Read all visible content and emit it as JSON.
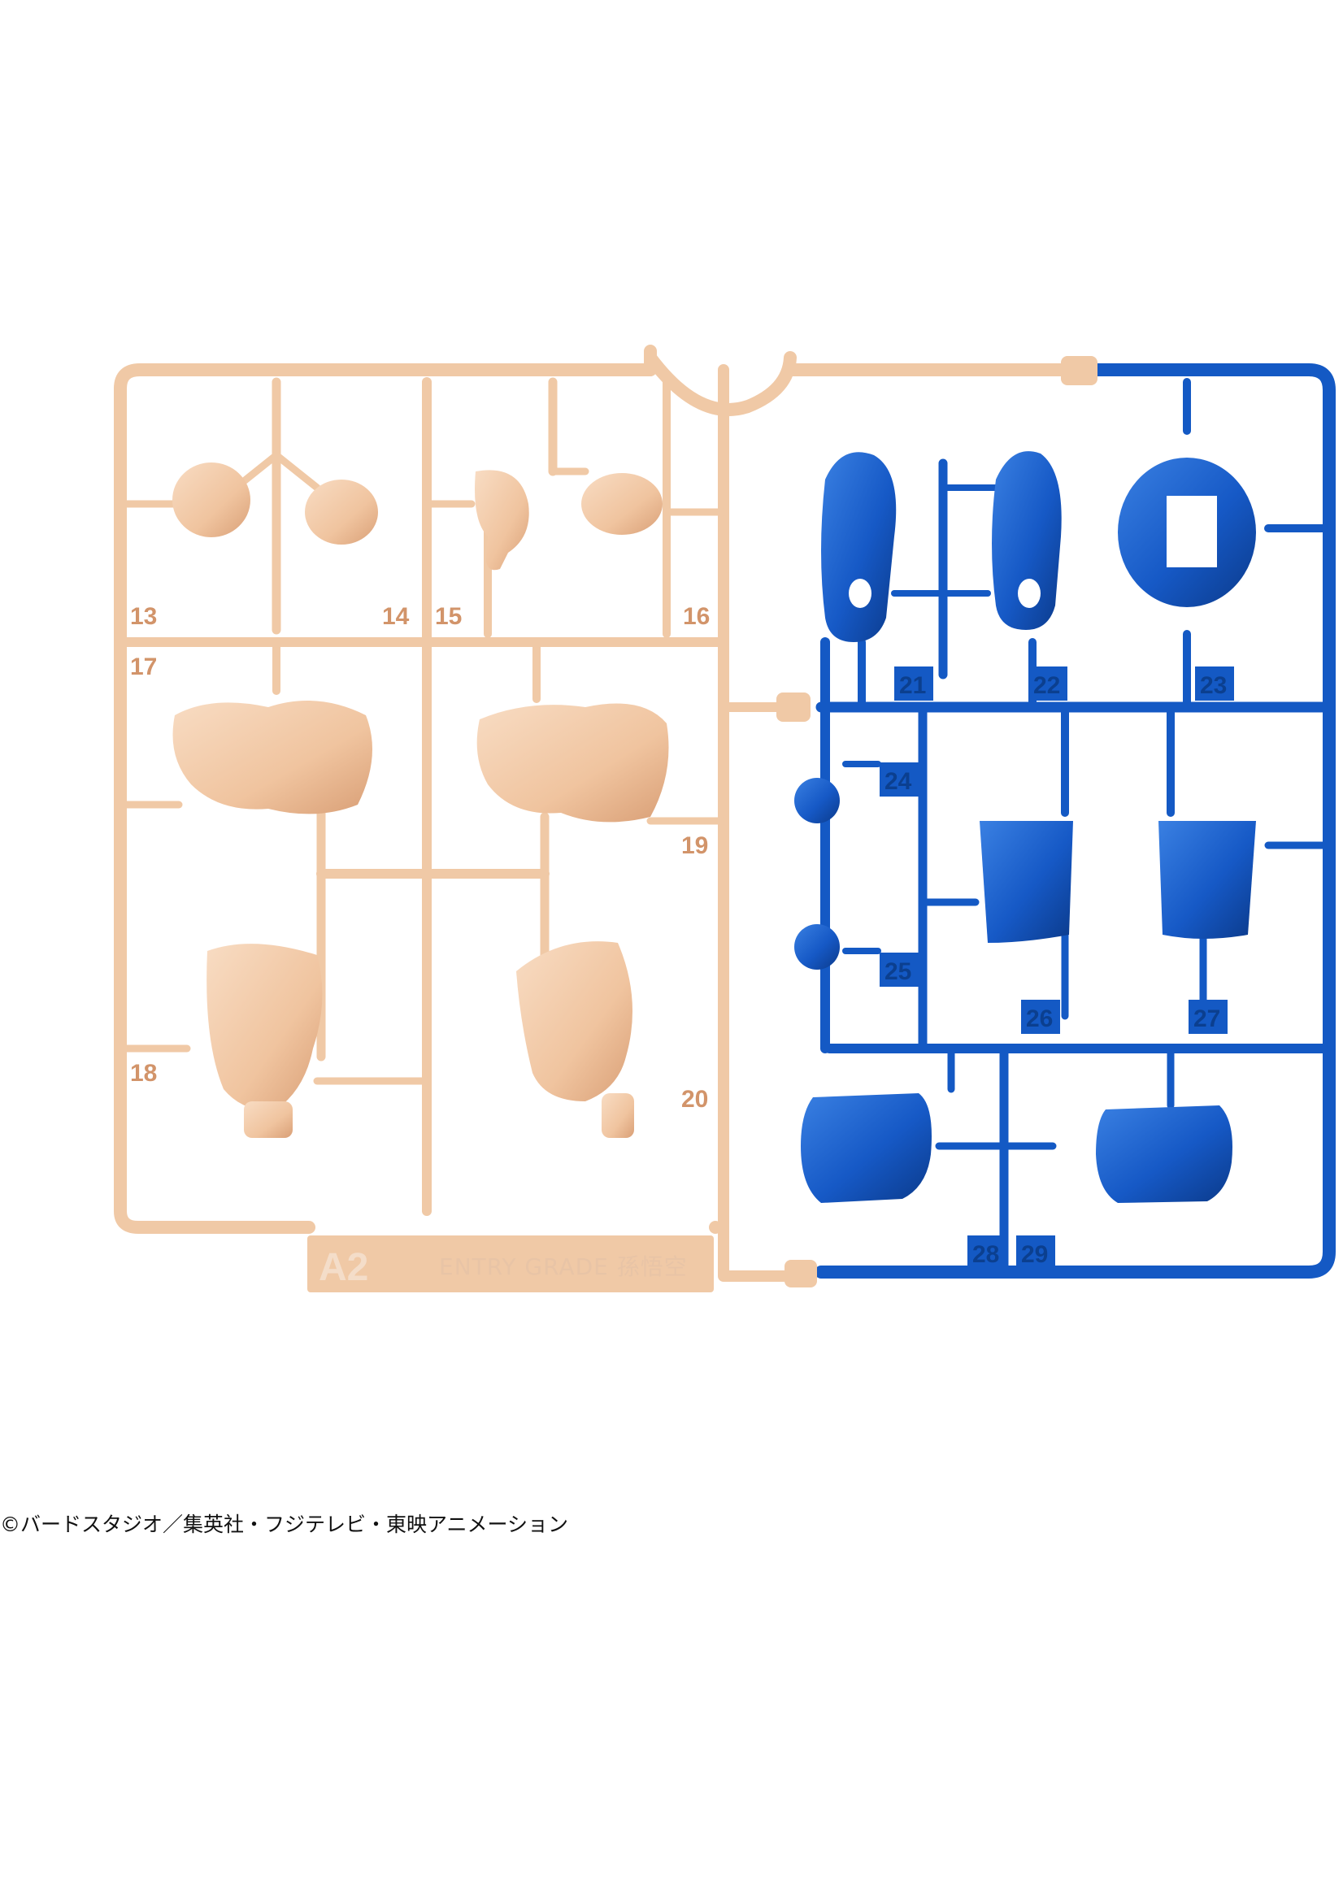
{
  "colors": {
    "skin_runner": "#f0c9a6",
    "skin_shade": "#d9a47e",
    "skin_light": "#f7dcc4",
    "blue_runner": "#1459c4",
    "blue_shade": "#0c3f94",
    "blue_light": "#3a7ee0",
    "background": "#ffffff"
  },
  "sprue_a2": {
    "tag_letter": "A2",
    "tag_text": "ENTRY GRADE 孫悟空",
    "part_numbers": [
      "13",
      "14",
      "15",
      "16",
      "17",
      "18",
      "19",
      "20"
    ]
  },
  "sprue_blue": {
    "part_numbers": [
      "21",
      "22",
      "23",
      "24",
      "25",
      "26",
      "27",
      "28",
      "29"
    ]
  },
  "copyright": "©バードスタジオ／集英社・フジテレビ・東映アニメーション"
}
